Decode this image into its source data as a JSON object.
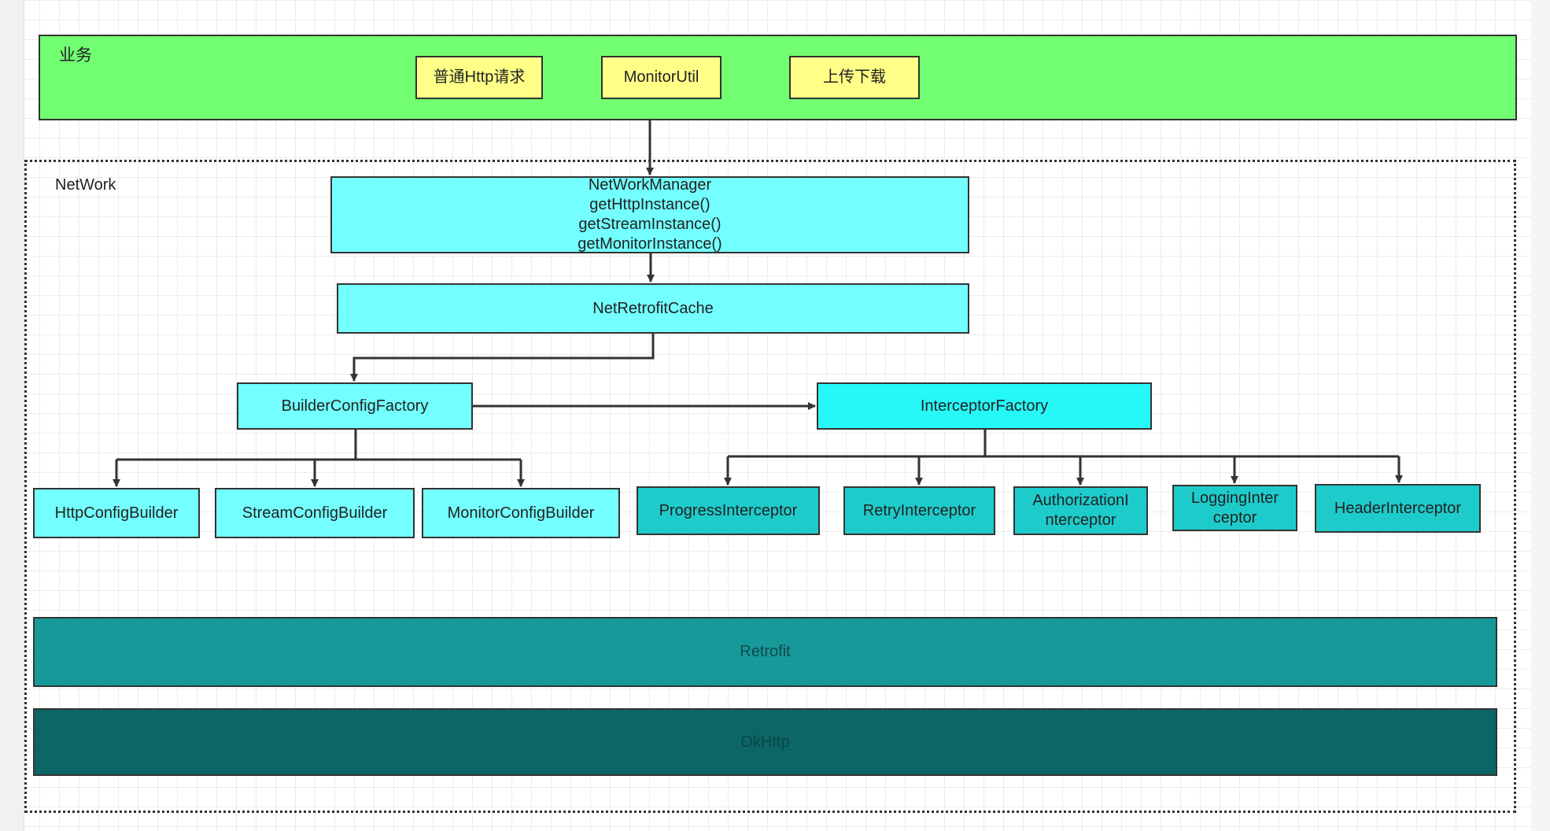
{
  "business": {
    "label": "业务",
    "items": [
      "普通Http请求",
      "MonitorUtil",
      "上传下载"
    ]
  },
  "network": {
    "label": "NetWork",
    "manager": {
      "lines": [
        "NetWorkManager",
        "getHttpInstance()",
        "getStreamInstance()",
        "getMonitorInstance()"
      ]
    },
    "cache": "NetRetrofitCache",
    "builder_factory": "BuilderConfigFactory",
    "interceptor_factory": "InterceptorFactory",
    "builders": [
      "HttpConfigBuilder",
      "StreamConfigBuilder",
      "MonitorConfigBuilder"
    ],
    "interceptors": [
      {
        "lines": [
          "ProgressInterceptor"
        ]
      },
      {
        "lines": [
          "RetryInterceptor"
        ]
      },
      {
        "lines": [
          "AuthorizationI",
          "nterceptor"
        ]
      },
      {
        "lines": [
          "LoggingInter",
          "ceptor"
        ]
      },
      {
        "lines": [
          "HeaderInterceptor"
        ]
      }
    ],
    "retrofit": "Retrofit",
    "okhttp": "OkHttp"
  },
  "colors": {
    "business_bg": "#71fe71",
    "business_item_bg": "#ffff88",
    "cyan_bright": "#73ffff",
    "cyan_factory": "#26f8f8",
    "teal_interceptor": "#1ecbcb",
    "retrofit_bg": "#189999",
    "okhttp_bg": "#0d6666"
  }
}
